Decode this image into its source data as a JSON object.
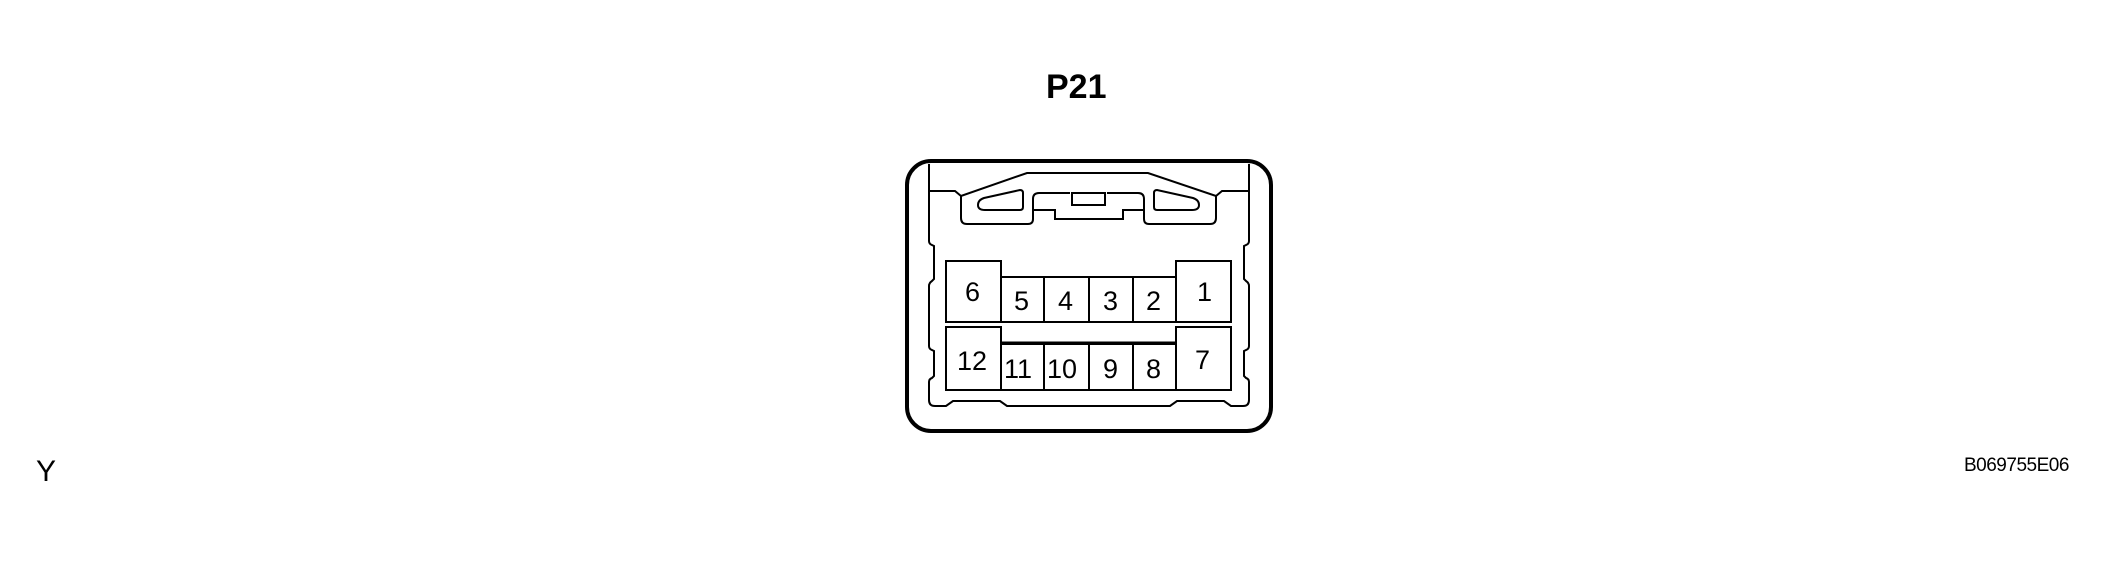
{
  "diagram": {
    "connector_name": "P21",
    "view_label": "Y",
    "figure_id": "B069755E06",
    "pin_count": 12,
    "colors": {
      "line": "#000000",
      "background": "#ffffff"
    },
    "pins": {
      "top_row": [
        {
          "pin": "6",
          "size": "large"
        },
        {
          "pin": "5",
          "size": "small"
        },
        {
          "pin": "4",
          "size": "small"
        },
        {
          "pin": "3",
          "size": "small"
        },
        {
          "pin": "2",
          "size": "small"
        },
        {
          "pin": "1",
          "size": "large"
        }
      ],
      "bottom_row": [
        {
          "pin": "12",
          "size": "large"
        },
        {
          "pin": "11",
          "size": "small"
        },
        {
          "pin": "10",
          "size": "small"
        },
        {
          "pin": "9",
          "size": "small"
        },
        {
          "pin": "8",
          "size": "small"
        },
        {
          "pin": "7",
          "size": "large"
        }
      ]
    }
  }
}
